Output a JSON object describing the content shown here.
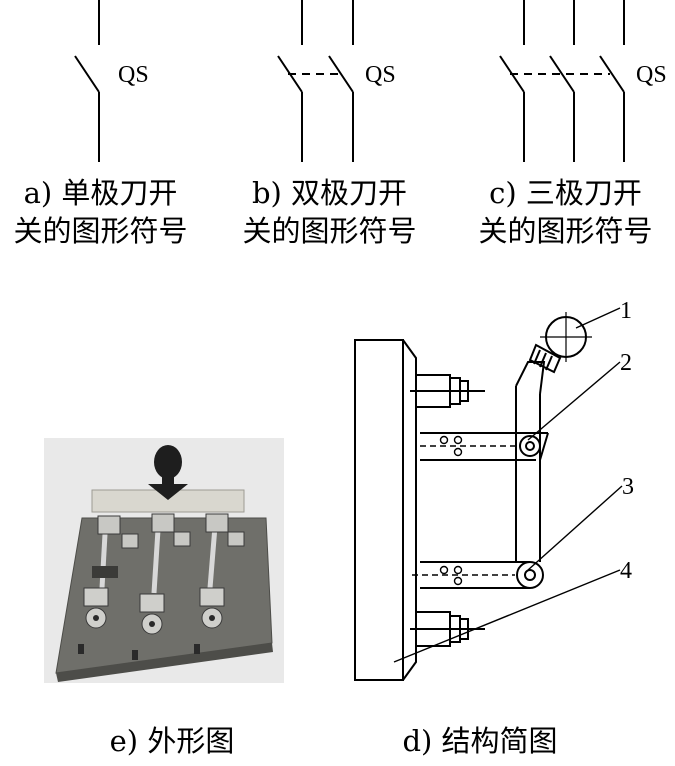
{
  "symbols": [
    {
      "id": "single",
      "tag": "QS",
      "caption_line1": "a) 单极刀开",
      "caption_line2": "关的图形符号"
    },
    {
      "id": "double",
      "tag": "QS",
      "caption_line1": "b) 双极刀开",
      "caption_line2": "关的图形符号"
    },
    {
      "id": "triple",
      "tag": "QS",
      "caption_line1": "c) 三极刀开",
      "caption_line2": "关的图形符号"
    }
  ],
  "photo": {
    "caption": "e) 外形图"
  },
  "structure": {
    "caption": "d) 结构简图",
    "callouts": [
      "1",
      "2",
      "3",
      "4"
    ]
  },
  "colors": {
    "ink": "#000000",
    "base": "#6f6f6a",
    "photo_bg": "#e9e9e9",
    "handle": "#1e1e1e"
  }
}
